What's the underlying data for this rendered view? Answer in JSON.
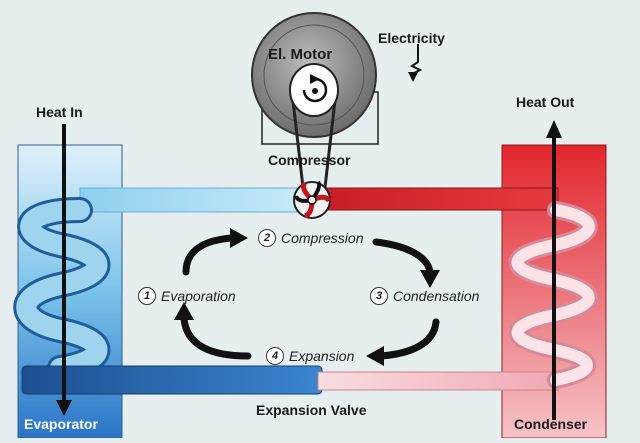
{
  "labels": {
    "motor": "El. Motor",
    "electricity": "Electricity",
    "compressor": "Compressor",
    "heat_in": "Heat In",
    "heat_out": "Heat Out",
    "evaporator": "Evaporator",
    "condenser": "Condenser",
    "expansion_valve": "Expansion Valve"
  },
  "steps": [
    {
      "num": "1",
      "label": "Evaporation"
    },
    {
      "num": "2",
      "label": "Compression"
    },
    {
      "num": "3",
      "label": "Condensation"
    },
    {
      "num": "4",
      "label": "Expansion"
    }
  ],
  "colors": {
    "cold": "#2f78c0",
    "cold_light": "#a8dcf0",
    "hot": "#d42a2a",
    "hot_light": "#f3b7c0",
    "background": "#e6eef0"
  }
}
